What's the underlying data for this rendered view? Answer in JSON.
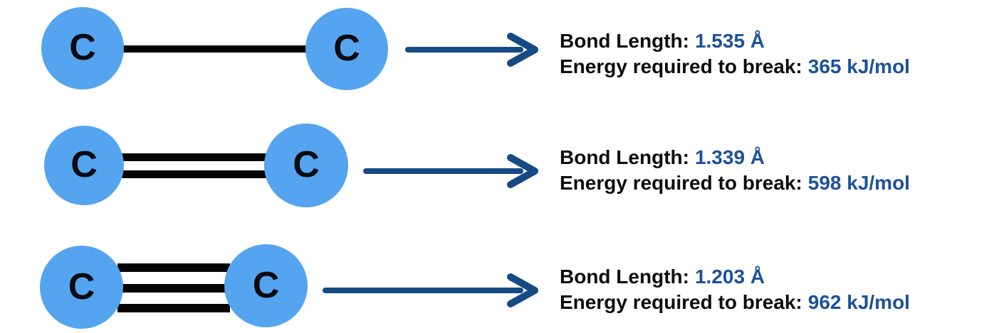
{
  "colors": {
    "atom_fill": "#55a4ef",
    "atom_text": "#0b0b12",
    "bond_color": "#050505",
    "arrow_color": "#154a85",
    "value_color": "#1c5199",
    "label_color": "#0d0d10",
    "background": "#ffffff"
  },
  "rows": [
    {
      "bond_type": "single",
      "bond_order": 1,
      "atom_left": "C",
      "atom_right": "C",
      "bond_length_label": "Bond Length:",
      "bond_length_value": "1.535 Å",
      "energy_label": "Energy required to break:",
      "energy_value": "365 kJ/mol"
    },
    {
      "bond_type": "double",
      "bond_order": 2,
      "atom_left": "C",
      "atom_right": "C",
      "bond_length_label": "Bond Length:",
      "bond_length_value": "1.339 Å",
      "energy_label": "Energy required to break:",
      "energy_value": "598 kJ/mol"
    },
    {
      "bond_type": "triple",
      "bond_order": 3,
      "atom_left": "C",
      "atom_right": "C",
      "bond_length_label": "Bond Length:",
      "bond_length_value": "1.203 Å",
      "energy_label": "Energy required to break:",
      "energy_value": "962 kJ/mol"
    }
  ]
}
